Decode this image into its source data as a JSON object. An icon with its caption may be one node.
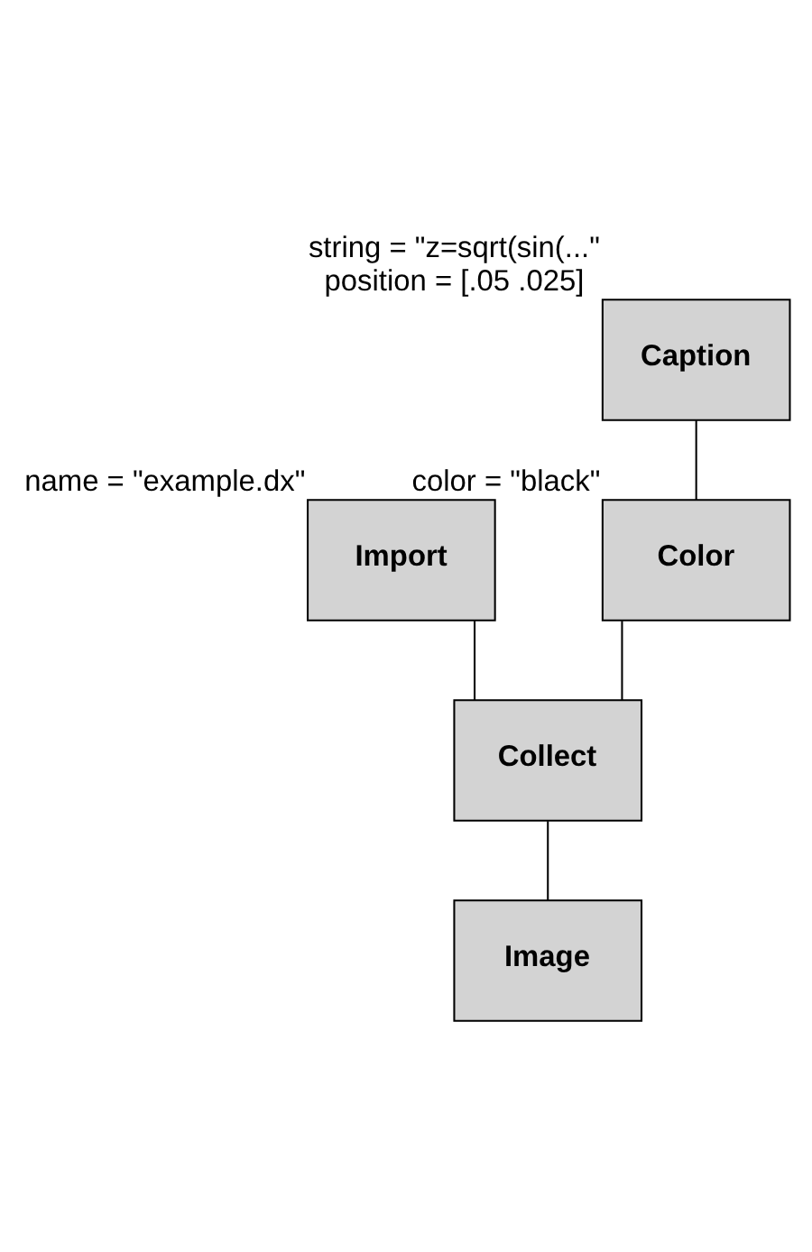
{
  "diagram": {
    "nodes": [
      {
        "text": [
          "Import"
        ],
        "beside": [
          "name = \"example.dx\""
        ]
      },
      {
        "text": [
          "Caption"
        ],
        "beside": [
          "string = \"z=sqrt(sin(...\"",
          "position = [.05 .025]"
        ]
      },
      {
        "text": [
          "Color"
        ],
        "beside": [
          "color = \"black\""
        ]
      },
      {
        "text": [
          "Collect"
        ]
      },
      {
        "text": [
          "Image"
        ]
      }
    ],
    "edges": [
      {
        "from": 1,
        "to": 2,
        "arrow": "none"
      },
      {
        "from": 0,
        "to": 3,
        "arrow": "none"
      },
      {
        "from": 2,
        "to": 3,
        "arrow": "none"
      },
      {
        "from": 3,
        "to": 4,
        "arrow": "none"
      }
    ]
  }
}
